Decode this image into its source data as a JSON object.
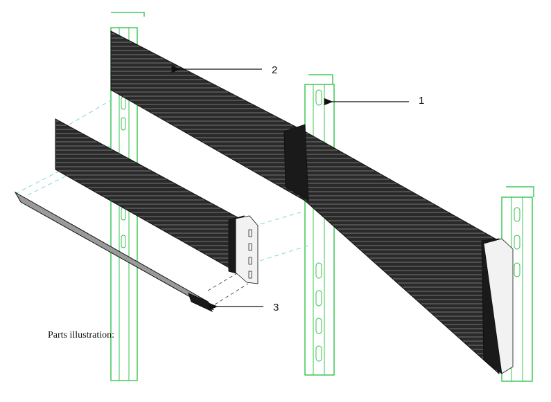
{
  "caption": "Parts illustration:",
  "callouts": [
    {
      "id": "1",
      "label": "1"
    },
    {
      "id": "2",
      "label": "2"
    },
    {
      "id": "3",
      "label": "3"
    }
  ],
  "colors": {
    "rail": "#1fbf3a",
    "module": "#1a1a1a",
    "guide": "#7ad7d7"
  }
}
